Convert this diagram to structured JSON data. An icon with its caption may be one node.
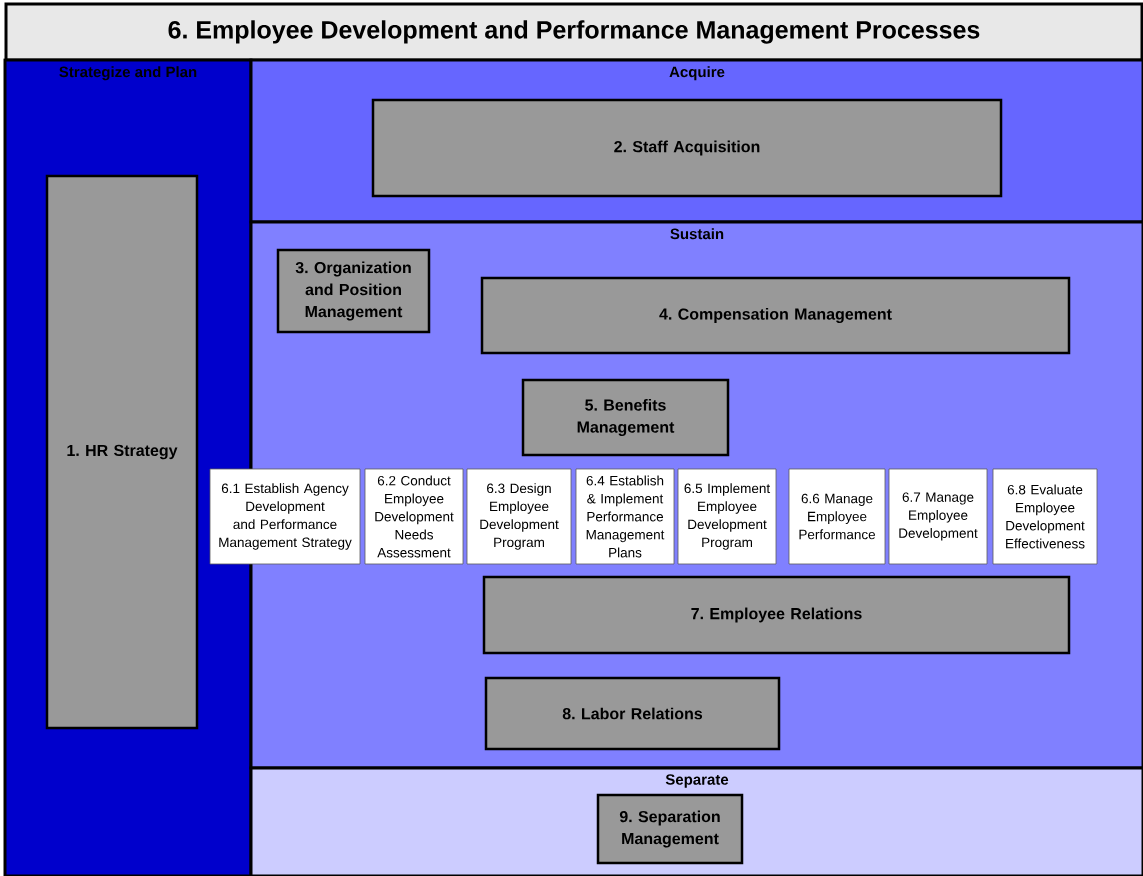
{
  "diagram": {
    "title": "6. Employee Development and Performance Management Processes",
    "nodes": [
      {
        "text": [
          "Strategize and Plan"
        ]
      },
      {
        "text": [
          "1. HR Strategy"
        ],
        "in": 0
      },
      {
        "text": [
          "Acquire"
        ]
      },
      {
        "text": [
          "2. Staff Acquisition"
        ],
        "in": 2
      },
      {
        "text": [
          "Sustain"
        ]
      },
      {
        "text": [
          "3. Organization and Position Management"
        ],
        "in": 4
      },
      {
        "text": [
          "4. Compensation Management"
        ],
        "in": 4
      },
      {
        "text": [
          "5. Benefits Management"
        ],
        "in": 4
      },
      {
        "text": [
          "6.1 Establish Agency Development and Performance Management Strategy"
        ]
      },
      {
        "text": [
          "6.2 Conduct Employee Development Needs Assessment"
        ],
        "in": 4
      },
      {
        "text": [
          "6.3 Design Employee Development Program"
        ],
        "in": 4
      },
      {
        "text": [
          "6.4 Establish & Implement Performance Management Plans"
        ],
        "in": 4
      },
      {
        "text": [
          "6.5 Implement Employee Development Program"
        ],
        "in": 4
      },
      {
        "text": [
          "6.6 Manage Employee Performance"
        ],
        "in": 4
      },
      {
        "text": [
          "6.7 Manage Employee Development"
        ],
        "in": 4
      },
      {
        "text": [
          "6.8 Evaluate Employee Development Effectiveness"
        ],
        "in": 4
      },
      {
        "text": [
          "7. Employee Relations"
        ],
        "in": 4
      },
      {
        "text": [
          "8. Labor Relations"
        ],
        "in": 4
      },
      {
        "text": [
          "Separate"
        ]
      },
      {
        "text": [
          "9. Separation Management"
        ],
        "in": 18
      }
    ]
  }
}
